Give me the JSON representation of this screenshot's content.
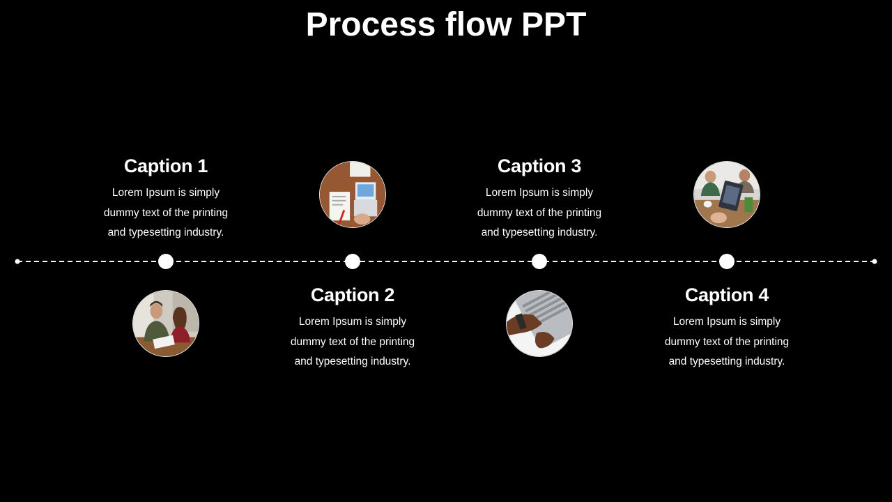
{
  "slide": {
    "title": "Process flow PPT",
    "background": "#000000",
    "accent": "#ffffff"
  },
  "steps": [
    {
      "caption": "Caption 1",
      "text": "Lorem Ipsum is simply dummy text of the printing and typesetting industry.",
      "photo_icon": "people-meeting-photo-icon"
    },
    {
      "caption": "Caption 2",
      "text": "Lorem Ipsum is simply dummy text of the printing and typesetting industry.",
      "photo_icon": "laptop-desk-photo-icon"
    },
    {
      "caption": "Caption 3",
      "text": "Lorem Ipsum is simply dummy text of the printing and typesetting industry.",
      "photo_icon": "typing-keyboard-photo-icon"
    },
    {
      "caption": "Caption 4",
      "text": "Lorem Ipsum is simply dummy text of the printing and typesetting industry.",
      "photo_icon": "team-laptop-photo-icon"
    }
  ]
}
